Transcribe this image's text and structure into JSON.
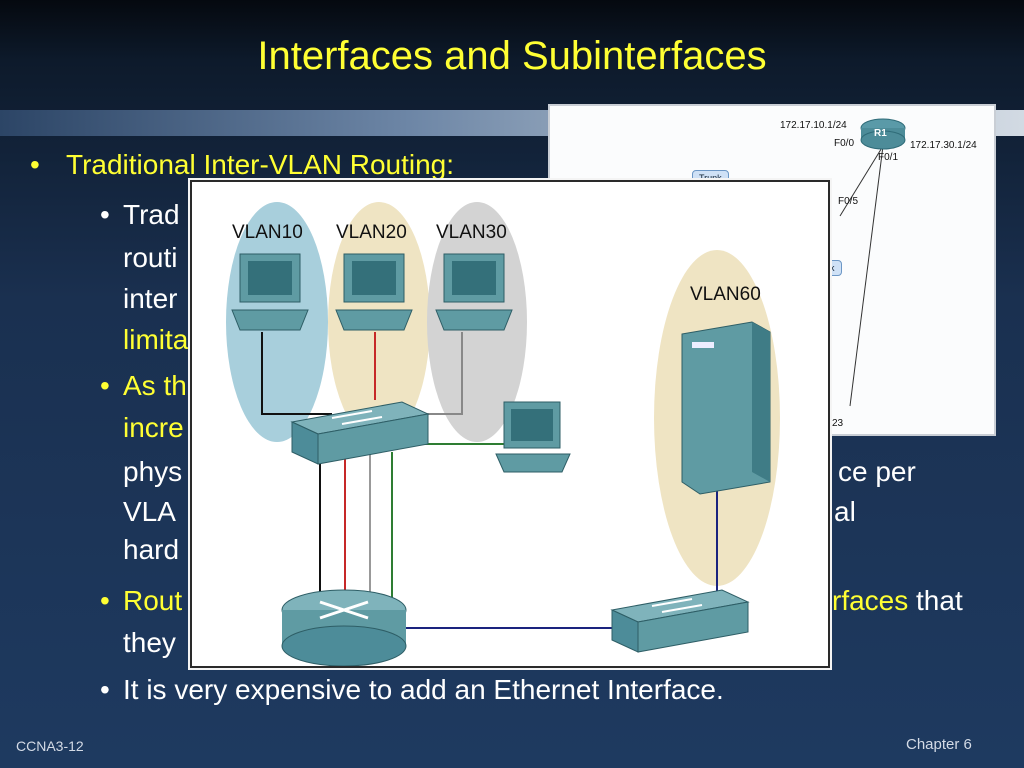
{
  "slide": {
    "title": "Interfaces and Subinterfaces",
    "footer_left": "CCNA3-12",
    "footer_right": "Chapter 6"
  },
  "bullets": {
    "main": "Traditional Inter-VLAN Routing:",
    "b1_line1": "Trad",
    "b1_line2": "routi",
    "b1_line3": "inter",
    "b1_line4": "limita",
    "b2_line1": "As th",
    "b2_line2": "incre",
    "b2_line3_left": "phys",
    "b2_line3_right": "ce per",
    "b2_line4_left": "VLA",
    "b2_line4_right": "al",
    "b2_line5": "hard",
    "b3_left": "Rout",
    "b3_right_yellow": "rfaces",
    "b3_right_white": "that",
    "b3_line2": "they",
    "b4": "It is very expensive to add an Ethernet Interface."
  },
  "topology": {
    "router_name": "R1",
    "ip_top": "172.17.10.1/24",
    "ip_right": "172.17.30.1/24",
    "if_f00": "F0/0",
    "if_f01": "F0/1",
    "if_f05": "F0/5",
    "trunk_label": "Trunk",
    "trunk_label2": "nk",
    "port_23": "23"
  },
  "network": {
    "vlans": [
      "VLAN10",
      "VLAN20",
      "VLAN30"
    ],
    "vlan60": "VLAN60"
  }
}
